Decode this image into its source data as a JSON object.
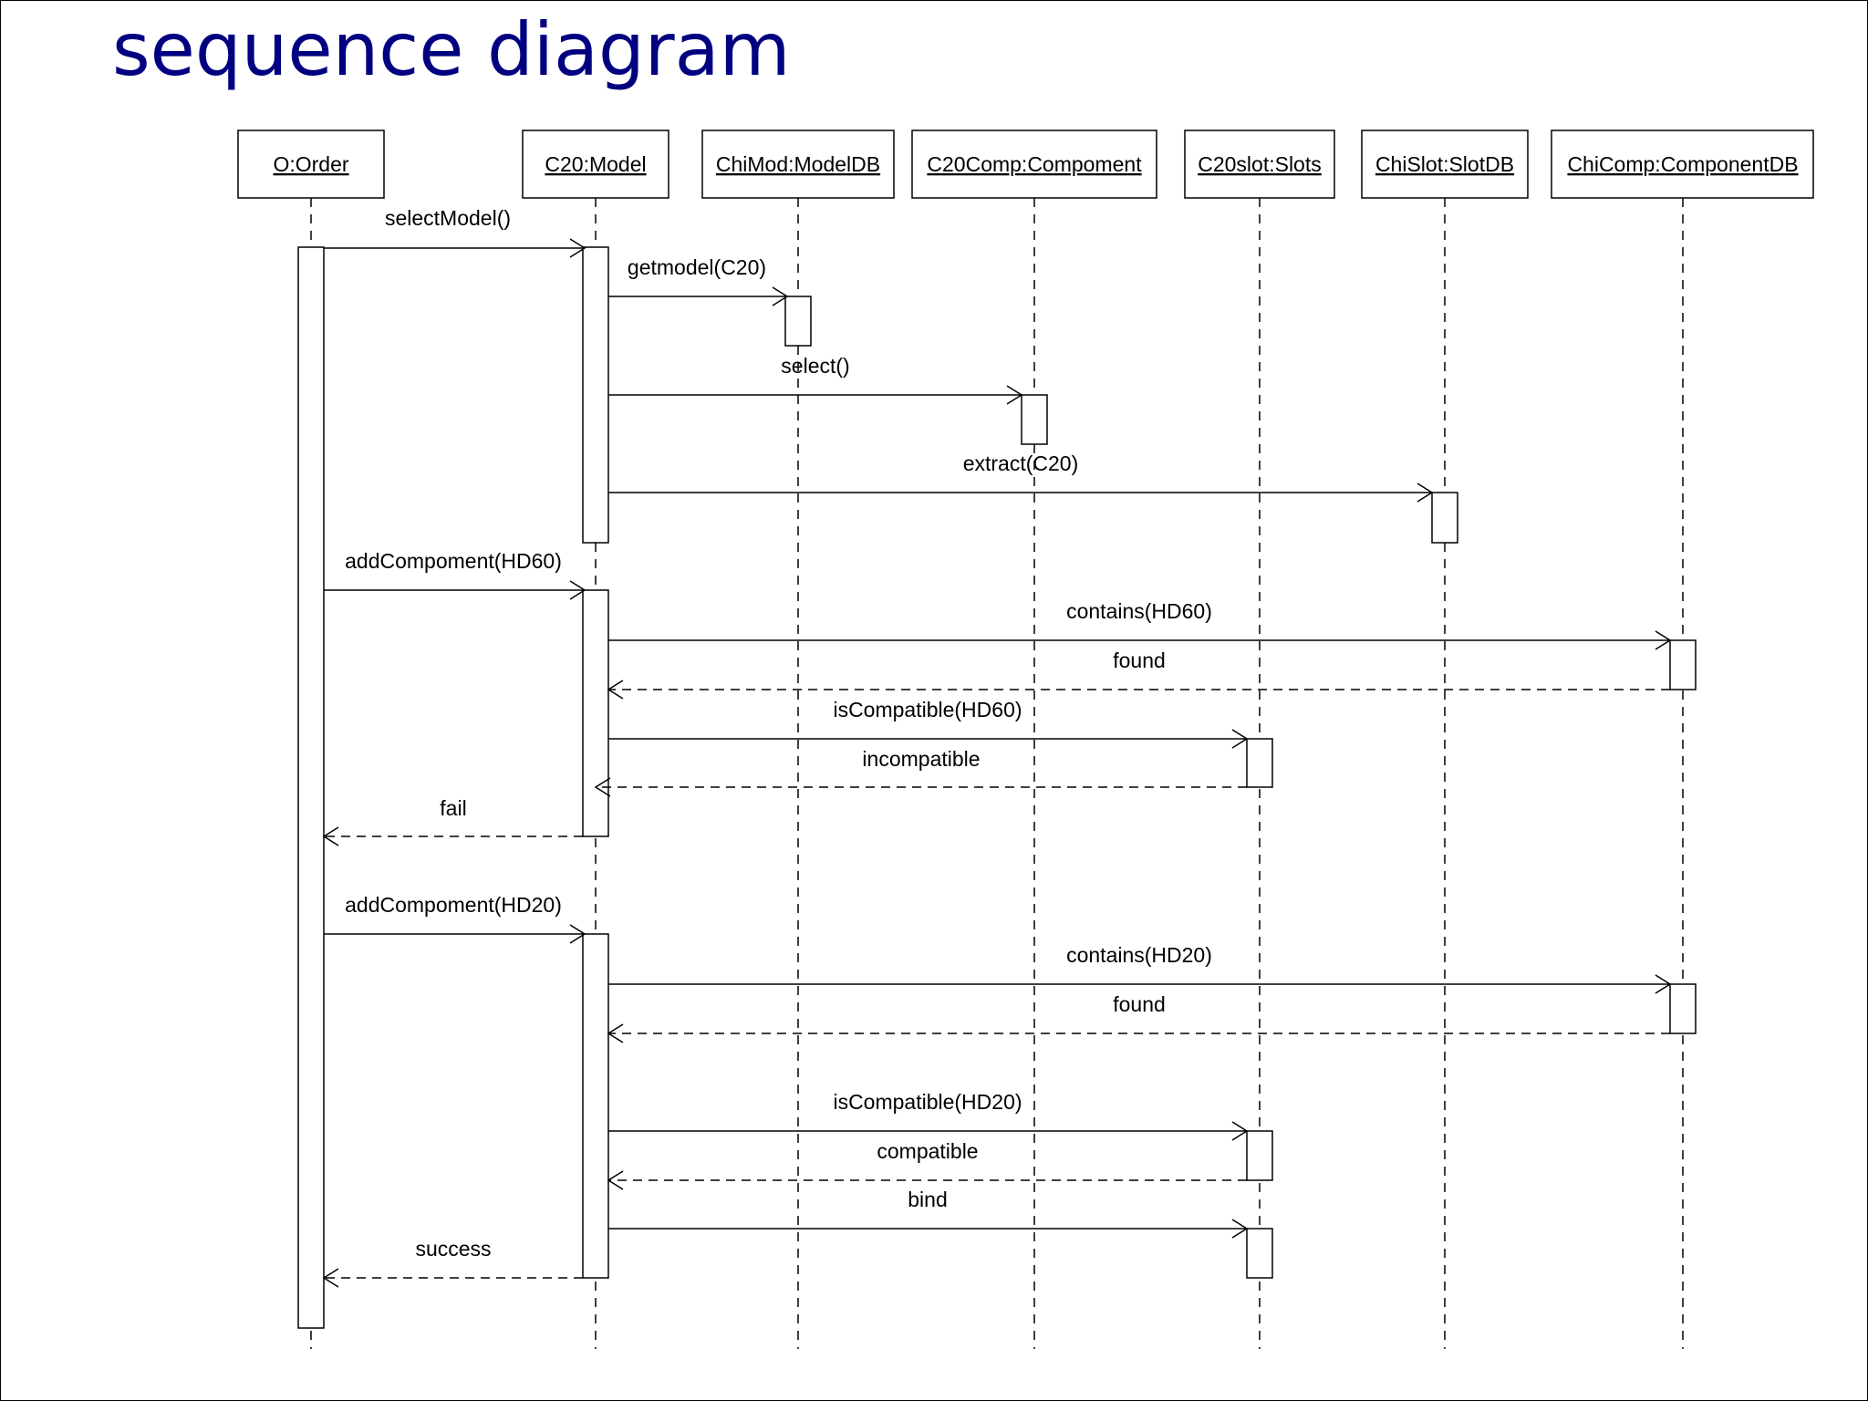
{
  "title": "sequence diagram",
  "colors": {
    "title": "#000080",
    "lines": "#000000",
    "background": "#ffffff"
  },
  "objects": [
    {
      "id": "order",
      "label": "O:Order"
    },
    {
      "id": "model",
      "label": "C20:Model"
    },
    {
      "id": "modeldb",
      "label": "ChiMod:ModelDB"
    },
    {
      "id": "compoment",
      "label": "C20Comp:Compoment"
    },
    {
      "id": "slots",
      "label": "C20slot:Slots"
    },
    {
      "id": "slotdb",
      "label": "ChiSlot:SlotDB"
    },
    {
      "id": "componentdb",
      "label": "ChiComp:ComponentDB"
    }
  ],
  "messages": [
    {
      "label": "selectModel()",
      "from": "order",
      "to": "model",
      "kind": "call"
    },
    {
      "label": "getmodel(C20)",
      "from": "model",
      "to": "modeldb",
      "kind": "call"
    },
    {
      "label": "select()",
      "from": "model",
      "to": "compoment",
      "kind": "call"
    },
    {
      "label": "extract(C20)",
      "from": "model",
      "to": "slotdb",
      "kind": "call"
    },
    {
      "label": "addCompoment(HD60)",
      "from": "order",
      "to": "model",
      "kind": "call"
    },
    {
      "label": "contains(HD60)",
      "from": "model",
      "to": "componentdb",
      "kind": "call"
    },
    {
      "label": "found",
      "from": "componentdb",
      "to": "model",
      "kind": "return"
    },
    {
      "label": "isCompatible(HD60)",
      "from": "model",
      "to": "slots",
      "kind": "call"
    },
    {
      "label": "incompatible",
      "from": "slots",
      "to": "model",
      "kind": "return"
    },
    {
      "label": "fail",
      "from": "model",
      "to": "order",
      "kind": "return"
    },
    {
      "label": "addCompoment(HD20)",
      "from": "order",
      "to": "model",
      "kind": "call"
    },
    {
      "label": "contains(HD20)",
      "from": "model",
      "to": "componentdb",
      "kind": "call"
    },
    {
      "label": "found",
      "from": "componentdb",
      "to": "model",
      "kind": "return"
    },
    {
      "label": "isCompatible(HD20)",
      "from": "model",
      "to": "slots",
      "kind": "call"
    },
    {
      "label": "compatible",
      "from": "slots",
      "to": "model",
      "kind": "return"
    },
    {
      "label": "bind",
      "from": "model",
      "to": "slots",
      "kind": "call"
    },
    {
      "label": "success",
      "from": "model",
      "to": "order",
      "kind": "return"
    }
  ]
}
